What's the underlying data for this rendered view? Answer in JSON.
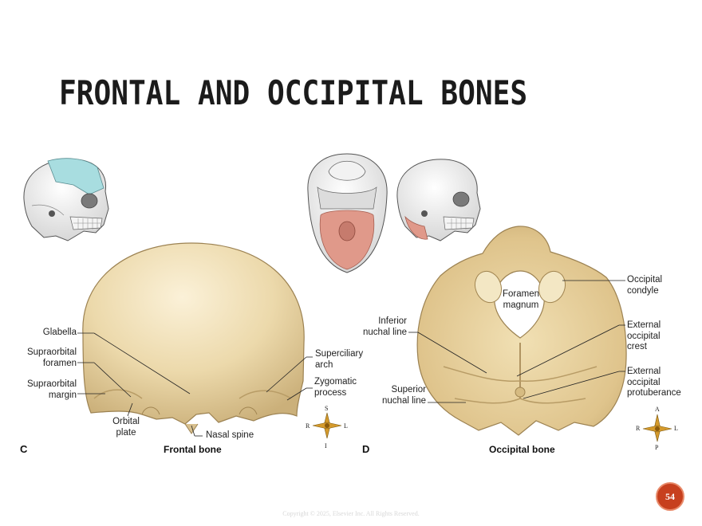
{
  "slide": {
    "title": "FRONTAL AND OCCIPITAL BONES",
    "page_number": "54",
    "copyright": "Copyright © 2025, Elsevier Inc. All Rights Reserved."
  },
  "frontal_panel": {
    "panel_letter": "C",
    "caption": "Frontal bone",
    "labels": {
      "glabella": "Glabella",
      "supraorbital_foramen": "Supraorbital\nforamen",
      "supraorbital_margin": "Supraorbital\nmargin",
      "orbital_plate": "Orbital\nplate",
      "nasal_spine": "Nasal spine",
      "superciliary_arch": "Superciliary\narch",
      "zygomatic_process": "Zygomatic\nprocess"
    },
    "compass": {
      "top": "S",
      "bottom": "I",
      "left": "R",
      "right": "L"
    }
  },
  "occipital_panel": {
    "panel_letter": "D",
    "caption": "Occipital bone",
    "labels": {
      "foramen_magnum": "Foramen\nmagnum",
      "occipital_condyle": "Occipital\ncondyle",
      "inferior_nuchal_line": "Inferior\nnuchal line",
      "external_occipital_crest": "External\noccipital\ncrest",
      "superior_nuchal_line": "Superior\nnuchal line",
      "external_occipital_protuberance": "External\noccipital\nprotuberance"
    },
    "compass": {
      "top": "A",
      "bottom": "P",
      "left": "R",
      "right": "L"
    }
  },
  "colors": {
    "bone": "#e7d3a4",
    "frontal_highlight": "#a8dde0",
    "occipital_highlight": "#e0998a",
    "page_badge": "#c7401e"
  }
}
